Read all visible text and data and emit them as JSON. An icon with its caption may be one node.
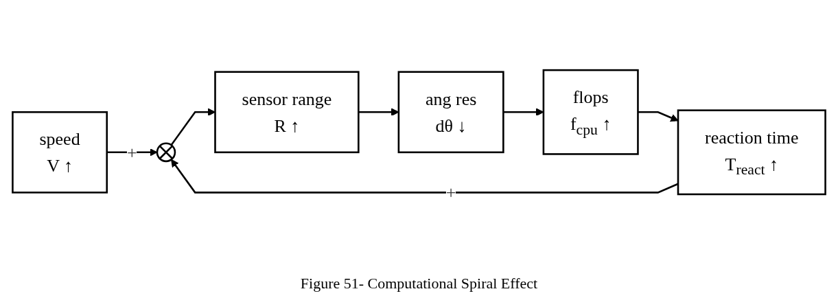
{
  "diagram": {
    "caption": "Figure 51- Computational Spiral Effect",
    "nodes": [
      {
        "text": [
          "speed",
          "V ↑"
        ]
      },
      {
        "text": [],
        "shape": "circle"
      },
      {
        "text": [
          "sensor range",
          "R ↑"
        ]
      },
      {
        "text": [
          "ang res",
          "dθ ↓"
        ]
      },
      {
        "text": [
          "flops",
          "f$_{cpu}$ ↑"
        ]
      },
      {
        "text": [
          "reaction time",
          "T$_{react}$ ↑"
        ]
      }
    ],
    "edges": [
      {
        "from": 0,
        "to": 1,
        "arrow": "to",
        "label": "+"
      },
      {
        "from": 1,
        "to": 2,
        "arrow": "to"
      },
      {
        "from": 2,
        "to": 3,
        "arrow": "to"
      },
      {
        "from": 3,
        "to": 4,
        "arrow": "to"
      },
      {
        "from": 4,
        "to": 5,
        "arrow": "to"
      },
      {
        "from": 5,
        "to": 1,
        "arrow": "to",
        "label": "+"
      }
    ]
  }
}
